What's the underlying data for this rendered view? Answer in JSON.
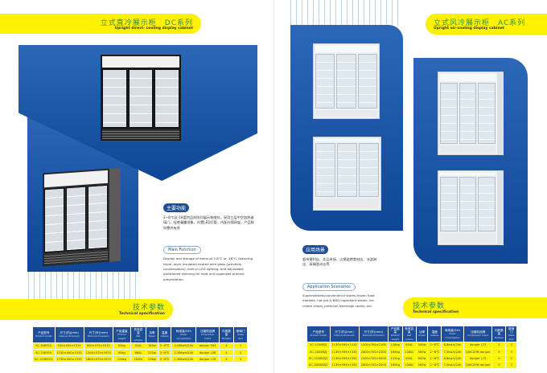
{
  "left": {
    "header": {
      "title_cn": "立式直冷展示柜　DC系列",
      "title_en": "Upright direct- cooling display cabinet"
    },
    "features": {
      "tag": "主要功能",
      "text_cn": "2~8℃及-18度特品的陈列展示和储存，采用三层中空加热玻璃门，杜绝凝露现象，内置LED灯管，内配分隔网架，产品陈列整齐有序",
      "tag_en": "Main Function",
      "text_en": "Display and storage of items at 2-8°C or -18°C, featuring triple -layer insulated heated wire glass (prevents condensation), built-in LED lighting, and adjustable partitioned shelving for neat and organized product presentation."
    },
    "spec_header": {
      "title_cn": "技术参数",
      "title_en": "Technical specification"
    },
    "table": {
      "headers": [
        [
          "产品型号",
          "Product model"
        ],
        [
          "尺寸(内)(mm)",
          "Internal dimension"
        ],
        [
          "尺寸(外)(mm)",
          "External dimension"
        ],
        [
          "产品重量",
          "Product weight"
        ],
        [
          "有效容量",
          "Net volume"
        ],
        [
          "功率",
          "Power"
        ],
        [
          "温度",
          "Celsius"
        ],
        [
          "耗电量/24h",
          "Power consumption"
        ],
        [
          "压缩机品牌",
          "Compressor brand"
        ],
        [
          "内胆数量",
          "Number"
        ],
        [
          "玻璃门",
          "Glass door"
        ]
      ],
      "rows": [
        [
          "SC-308YSG",
          "530×450×1315",
          "600×575×1970",
          "65kg",
          "310L",
          "180w",
          "2~8℃",
          "2.06kwh/24h",
          "donper S43",
          "4",
          "1"
        ],
        [
          "SC-708YSG",
          "1130×450×1315",
          "1200×575×1970",
          "95kg",
          "680L",
          "220w",
          "2~8℃",
          "2.38kwh/24h",
          "donper L58",
          "4",
          "2"
        ],
        [
          "SC-1108YSG",
          "1730×450×1315",
          "1800×575×1970",
          "126kg",
          "1020L",
          "236w",
          "2~8℃",
          "1.98kwh/24h",
          "donper L76",
          "4",
          "3"
        ]
      ]
    }
  },
  "right": {
    "header": {
      "title_cn": "立式风冷展示柜　AC系列",
      "title_en": "Upright air-cooling display cabinet"
    },
    "scenarios": {
      "tag": "应用场景",
      "text_cn": "超市便利店、冻品市场、火锅烧烤食材店、冰淇淋店、高端酒水店等",
      "tag_en": "Application Scenarios",
      "text_en": "Supermarkets/convenience stores,frozen food markets, hot pot & BBQ ingredient stores, ice cream shops, premium beverage stores, etc."
    },
    "spec_header": {
      "title_cn": "技术参数",
      "title_en": "Technical specification"
    },
    "table": {
      "headers": [
        [
          "产品型号",
          "Product model"
        ],
        [
          "尺寸(内)(mm)",
          "Internal dimension"
        ],
        [
          "尺寸(外)(mm)",
          "External dimension"
        ],
        [
          "产品重量",
          "Product weight"
        ],
        [
          "有效容量",
          "Net volume"
        ],
        [
          "功率",
          "Power"
        ],
        [
          "温度",
          "Celsius"
        ],
        [
          "耗电量/24h",
          "Power consumption"
        ],
        [
          "压缩机品牌",
          "Compressor brand"
        ],
        [
          "内胆数量",
          "Number"
        ],
        [
          "玻璃门",
          "Glass door"
        ]
      ],
      "rows": [
        [
          "SC-1200BZJ",
          "1130×595×1535",
          "1200×705×2100",
          "128kg",
          "850L",
          "500w",
          "2~8℃",
          "6.8kw.h/24h",
          "donper L75",
          "5",
          "3"
        ],
        [
          "SC-1800BZJ",
          "1130×595×1535",
          "1800×705×2100",
          "184kg",
          "1360L",
          "560w",
          "2~8℃",
          "7.3kw.h/24h",
          "QIACCHN donper",
          "5",
          "3"
        ],
        [
          "SC-1200BZJ2",
          "1130×595×1535",
          "1200×705×2000",
          "125kg",
          "850L",
          "500w",
          "2~8℃",
          "6.8kw.h/24h",
          "donper L75",
          "5",
          "2"
        ],
        [
          "SC-1800BZJ2",
          "1130×595×1535",
          "1800×705×2000",
          "180kg",
          "1360L",
          "560w",
          "2~8℃",
          "7.3kw.h/24h",
          "QIACCHN donper",
          "5",
          "3"
        ]
      ]
    }
  }
}
